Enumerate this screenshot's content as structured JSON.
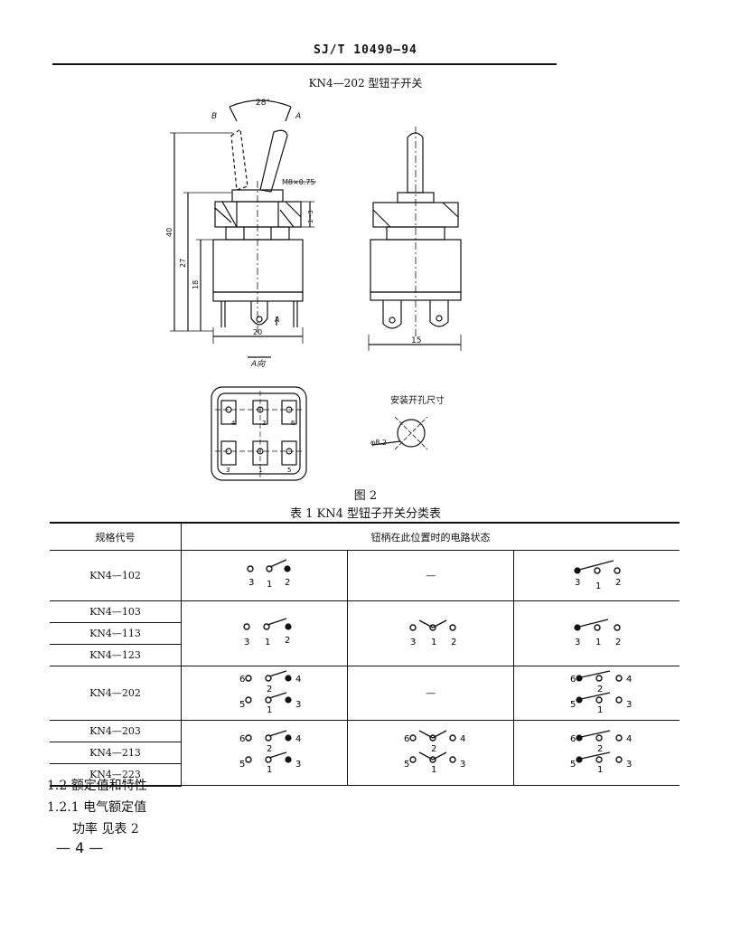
{
  "header": {
    "standard_code": "SJ/T 10490—94"
  },
  "figure": {
    "title": "KN4—202 型钮子开关",
    "angle": "28°",
    "label_b": "B",
    "label_a": "A",
    "thread": "M8×0.75",
    "dim_total_height": "40",
    "dim_height_27": "27",
    "dim_height_18": "18",
    "dim_plate": "1~3",
    "dim_width_front": "20",
    "dim_width_side": "15",
    "view_arrow_label": "A",
    "view_label": "A向",
    "mount_hole_title": "安装开孔尺寸",
    "mount_hole_dim": "φ8.2",
    "terminal_numbers": [
      "4",
      "2",
      "6",
      "3",
      "1",
      "5"
    ],
    "caption": "图 2"
  },
  "table": {
    "title": "表 1   KN4 型钮子开关分类表",
    "headers": [
      "规格代号",
      "钮柄在此位置时的电路状态"
    ],
    "dash": "—",
    "groups": [
      {
        "codes": [
          "KN4—102"
        ]
      },
      {
        "codes": [
          "KN4—103",
          "KN4—113",
          "KN4—123"
        ]
      },
      {
        "codes": [
          "KN4—202"
        ]
      },
      {
        "codes": [
          "KN4—203",
          "KN4—213",
          "KN4—223"
        ]
      }
    ],
    "terminal_labels": {
      "single": [
        "3",
        "1",
        "2"
      ],
      "double_top": [
        "6",
        "2",
        "4"
      ],
      "double_bottom": [
        "5",
        "1",
        "3"
      ]
    }
  },
  "sections": {
    "s1": "1.2   额定值和特性",
    "s2": "1.2.1   电气额定值",
    "s3": "功率   见表 2"
  },
  "footer": {
    "page": "— 4 —"
  }
}
